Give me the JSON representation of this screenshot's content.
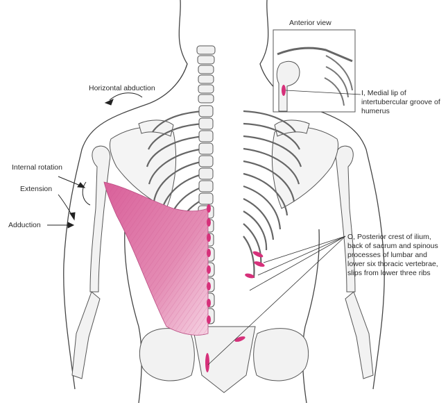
{
  "figure": {
    "inset_title": "Anterior view",
    "labels": {
      "horizontal_abduction": "Horizontal abduction",
      "internal_rotation": "Internal rotation",
      "extension": "Extension",
      "adduction": "Adduction",
      "insertion": "I, Medial lip of intertubercular groove of humerus",
      "origin": "O, Posterior crest of ilium, back of sacrum and spinous processes of lumbar and lower six thoracic vertebrae, slips from lower three ribs"
    },
    "colors": {
      "muscle": "#e07aa8",
      "muscle_light": "#f3c4d9",
      "attachment": "#d6307a",
      "outline": "#3a3a3a",
      "bone": "#f2f2f2"
    }
  }
}
